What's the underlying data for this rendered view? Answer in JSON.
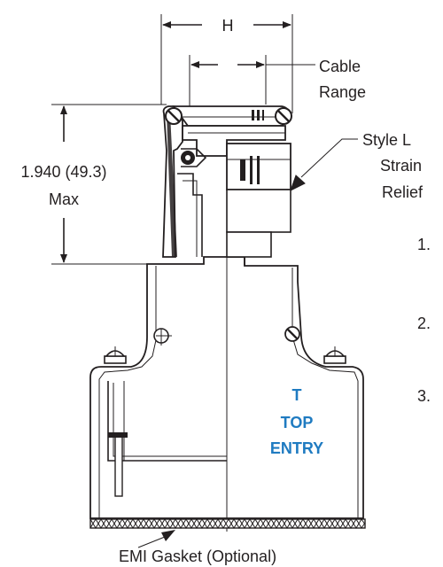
{
  "diagram": {
    "dimension_h": "H",
    "cable_range_line1": "Cable",
    "cable_range_line2": "Range",
    "height_value": "1.940 (49.3)",
    "height_qualifier": "Max",
    "strain_relief_line1": "Style L",
    "strain_relief_line2": "Strain",
    "strain_relief_line3": "Relief",
    "entry_letter": "T",
    "entry_line1": "TOP",
    "entry_line2": "ENTRY",
    "gasket_label": "EMI Gasket (Optional)",
    "side_numbers": [
      "1.",
      "2.",
      "3."
    ]
  },
  "colors": {
    "ink": "#231f20",
    "accent": "#1f7bc1"
  }
}
